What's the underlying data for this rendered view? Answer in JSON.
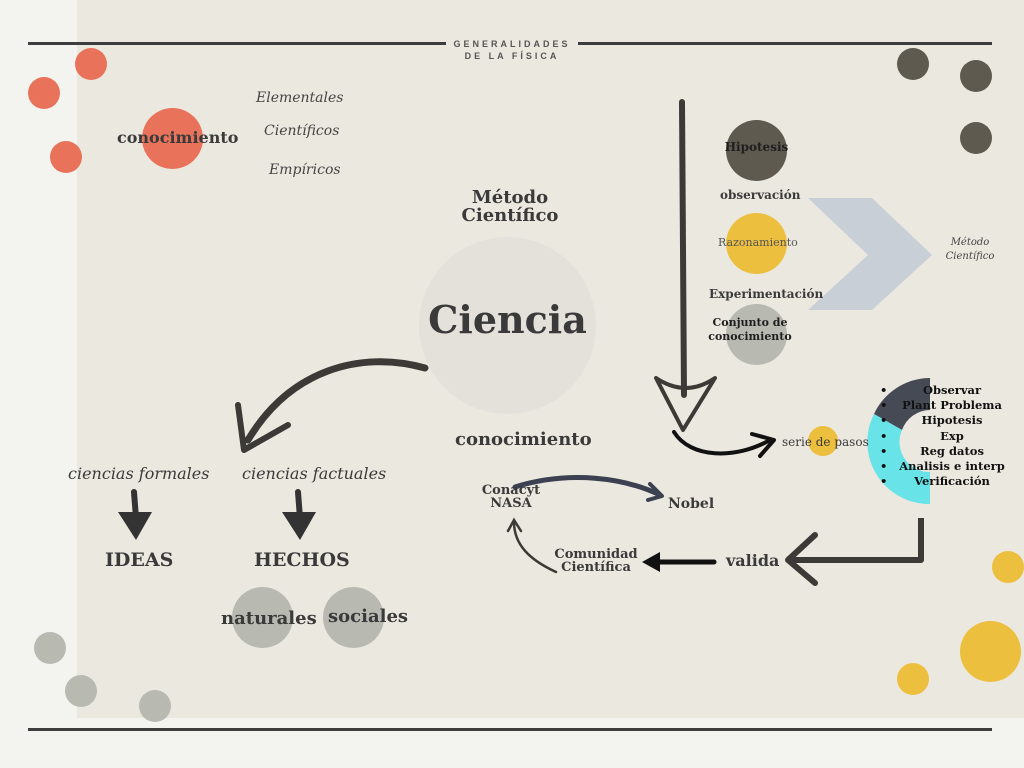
{
  "header": {
    "line1": "GENERALIDADES",
    "line2": "DE LA FÍSICA"
  },
  "knowledge": {
    "center": "conocimiento",
    "types": [
      "Elementales",
      "Científicos",
      "Empíricos"
    ]
  },
  "core": {
    "method_line1": "Método",
    "method_line2": "Científico",
    "ciencia": "Ciencia",
    "conocimiento": "conocimiento"
  },
  "branches": {
    "formales": "ciencias formales",
    "factuales": "ciencias factuales",
    "ideas": "IDEAS",
    "hechos": "HECHOS",
    "naturales": "naturales",
    "sociales": "sociales"
  },
  "method_column": {
    "hipotesis": "Hipotesis",
    "observacion": "observación",
    "razonamiento": "Razonamiento",
    "experimentacion": "Experimentación",
    "conjunto_line1": "Conjunto de",
    "conjunto_line2": "conocimiento",
    "arrow_label_line1": "Método",
    "arrow_label_line2": "Científico"
  },
  "steps": {
    "label": "serie de pasos",
    "items": [
      "Observar",
      "Plant Problema",
      "Hipotesis",
      "Exp",
      "Reg datos",
      "Analisis e interp",
      "Verificación"
    ]
  },
  "validation": {
    "valida": "valida",
    "comunidad_line1": "Comunidad",
    "comunidad_line2": "Científica",
    "conacyt": "Conacyt",
    "nasa": "NASA",
    "nobel": "Nobel"
  },
  "colors": {
    "coral": "#e8735a",
    "yellow": "#ecbf3f",
    "dark": "#5e5a4f",
    "gray": "#b8bab2",
    "cyan": "#68e3e8",
    "slate": "#464a55",
    "chevron": "#c8cfd6"
  }
}
